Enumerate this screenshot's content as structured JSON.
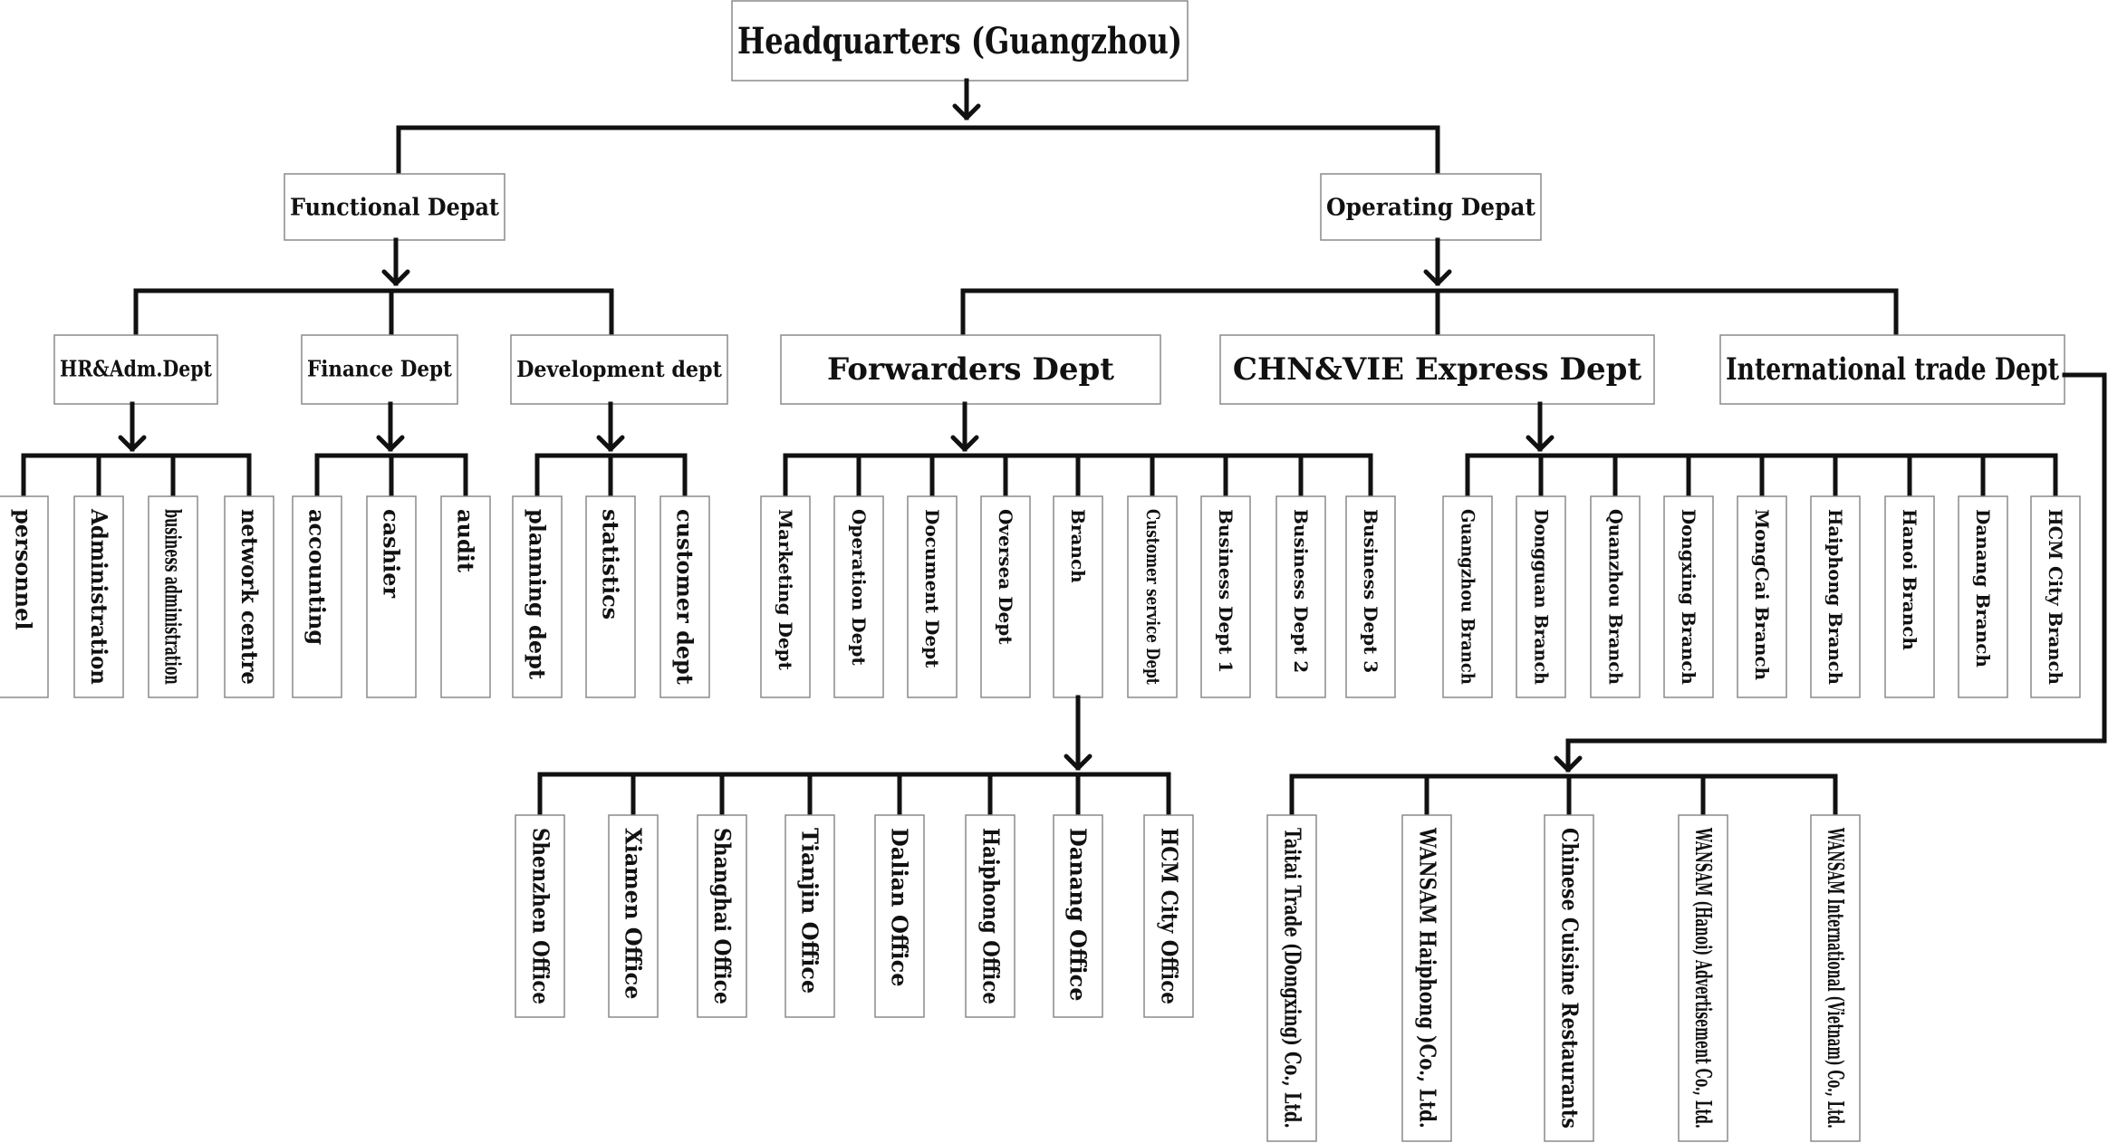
{
  "headquarters": "Headquarters (Guangzhou)",
  "functional": {
    "title": "Functional Depat",
    "depts": [
      {
        "name": "HR&Adm.Dept",
        "units": [
          "personnel",
          "Administration",
          "business administration",
          "network centre"
        ]
      },
      {
        "name": "Finance Dept",
        "units": [
          "accounting",
          "cashier",
          "audit"
        ]
      },
      {
        "name": "Development dept",
        "units": [
          "planning dept",
          "statistics",
          "customer dept"
        ]
      }
    ]
  },
  "operating": {
    "title": "Operating Depat",
    "depts": [
      {
        "name": "Forwarders Dept",
        "units": [
          "Marketing Dept",
          "Operation Dept",
          "Document Dept",
          "Oversea Dept",
          "Branch",
          "Customer service Dept",
          "Business Dept 1",
          "Business Dept 2",
          "Business Dept 3"
        ]
      },
      {
        "name": "CHN&VIE Express Dept",
        "units": [
          "Guangzhou Branch",
          "Dongguan Branch",
          "Quanzhou Branch",
          "Dongxing Branch",
          "MongCai Branch",
          "Haiphong Branch",
          "Hanoi Branch",
          "Danang Branch",
          "HCM City Branch"
        ]
      },
      {
        "name": "International trade Dept",
        "units": []
      }
    ]
  },
  "branch_offices": [
    "Shenzhen Office",
    "Xiamen Office",
    "Shanghai Office",
    "Tianjin Office",
    "Dalian Office",
    "Haiphong Office",
    "Danang Office",
    "HCM City Office"
  ],
  "trade_companies": [
    "Taitai Trade (Dongxing) Co., Ltd.",
    "WANSAM Haiphong )Co., Ltd.",
    "Chinese Cuisine Restaurants",
    "WANSAM (Hanoi) Advertisement Co., Ltd.",
    "WANSAM International (Vietnam) Co., Ltd."
  ]
}
